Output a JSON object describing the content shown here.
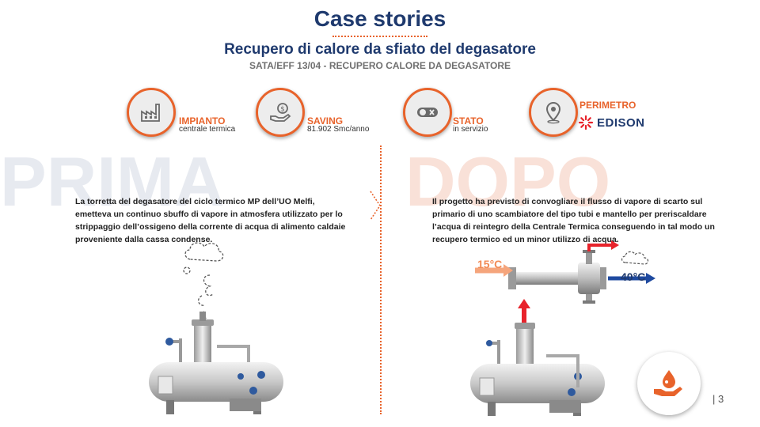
{
  "header": {
    "title": "Case stories",
    "subtitle": "Recupero di calore da sfiato del degasatore",
    "code": "SATA/EFF 13/04 - RECUPERO CALORE DA DEGASATORE"
  },
  "kpis": [
    {
      "label": "IMPIANTO",
      "value": "centrale termica",
      "icon": "factory-icon"
    },
    {
      "label": "SAVING",
      "value": "81.902 Smc/anno",
      "icon": "hand-money-icon"
    },
    {
      "label": "STATO",
      "value": "in servizio",
      "icon": "toggle-icon"
    },
    {
      "label": "PERIMETRO",
      "value": "EDISON",
      "icon": "location-pin-icon"
    }
  ],
  "prima": {
    "watermark": "PRIMA",
    "text": "La torretta del degasatore del ciclo termico MP dell’UO Melfi, emetteva un continuo sbuffo di vapore in atmosfera utilizzato per lo strippaggio dell’ossigeno della corrente di acqua di alimento caldaie proveniente dalla cassa condense."
  },
  "dopo": {
    "watermark": "DOPO",
    "text": "Il progetto ha previsto di convogliare il flusso di vapore di scarto sul primario di uno scambiatore del tipo tubi e mantello per preriscaldare l’acqua di reintegro della Centrale Termica conseguendo in tal modo un recupero termico ed un minor utilizzo di acqua.",
    "temp_in": "15°C",
    "temp_out": "40°C"
  },
  "page_number": "| 3",
  "colors": {
    "accent": "#e8632b",
    "navy": "#1f3a6e",
    "red_arrow": "#e8232b"
  }
}
